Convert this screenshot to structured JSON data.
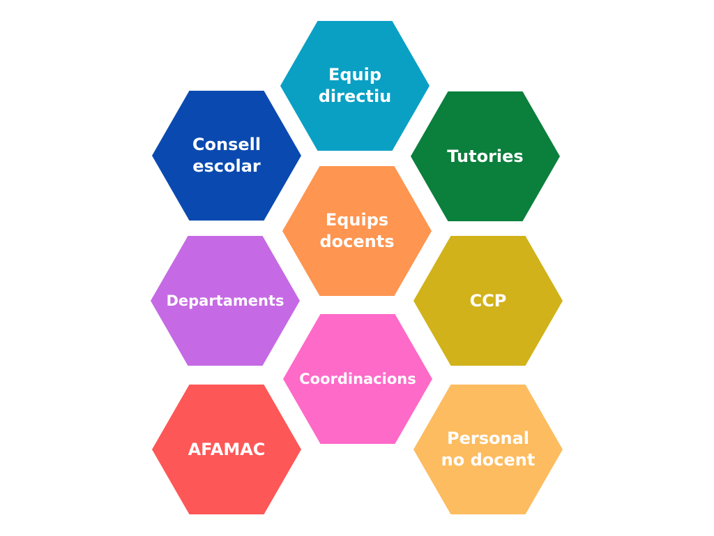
{
  "hexagons": {
    "equip_directiu": {
      "label": "Equip\ndirectiu",
      "color": "#0aa0c4"
    },
    "consell_escolar": {
      "label": "Consell\nescolar",
      "color": "#0a4ab0"
    },
    "tutories": {
      "label": "Tutories",
      "color": "#0b7f3c"
    },
    "equips_docents": {
      "label": "Equips\ndocents",
      "color": "#fe9550"
    },
    "departaments": {
      "label": "Departaments",
      "color": "#c56ae4"
    },
    "ccp": {
      "label": "CCP",
      "color": "#d1b21a"
    },
    "coordinacions": {
      "label": "Coordinacions",
      "color": "#fe6ac8"
    },
    "afamac": {
      "label": "AFAMAC",
      "color": "#fe5757"
    },
    "personal_no_docent": {
      "label": "Personal\nno docent",
      "color": "#fdbc60"
    }
  }
}
